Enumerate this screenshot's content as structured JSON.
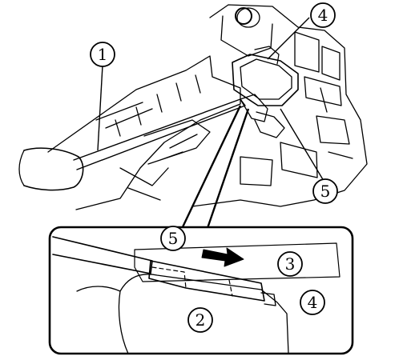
{
  "diagram": {
    "callouts": [
      {
        "id": "c1",
        "label": "1"
      },
      {
        "id": "c4",
        "label": "4"
      },
      {
        "id": "c5",
        "label": "5"
      },
      {
        "id": "c5b",
        "label": "5"
      },
      {
        "id": "c3",
        "label": "3"
      },
      {
        "id": "c4b",
        "label": "4"
      },
      {
        "id": "c2",
        "label": "2"
      }
    ],
    "colors": {
      "stroke": "#000000",
      "background": "#ffffff"
    }
  }
}
